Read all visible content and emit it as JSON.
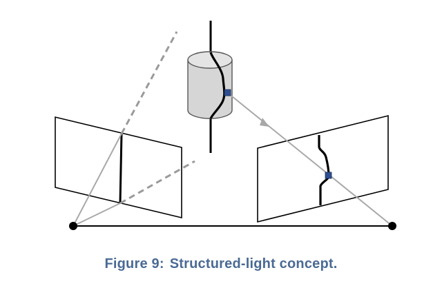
{
  "caption": {
    "label": "Figure 9:",
    "text": "Structured-light concept."
  },
  "colors": {
    "caption": "#4a6a94",
    "ray": "#a0a0a0",
    "stripe": "#000000",
    "marker": "#2e4f8f",
    "cylinder_fill": "#d6d6d6",
    "frame": "#000000"
  },
  "elements": {
    "projector": "projector-plane",
    "object": "cylinder-object",
    "camera": "camera-image-plane"
  }
}
